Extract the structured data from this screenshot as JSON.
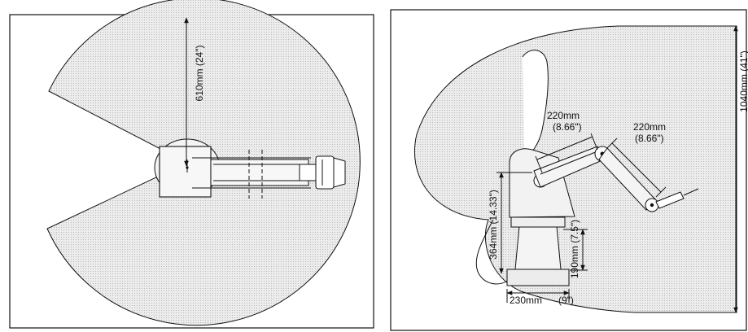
{
  "top_view": {
    "reach_label": "610mm (24\")"
  },
  "side_view": {
    "link1_mm": "220mm",
    "link1_in": "(8.66\")",
    "link2_mm": "220mm",
    "link2_in": "(8.66\")",
    "shoulder_height": "364mm (14.33\")",
    "column_height": "190mm (7.5\")",
    "base_width_mm": "230mm",
    "base_width_in": "(9\")",
    "total_height": "1040mm (41\")"
  },
  "colors": {
    "line": "#111111",
    "envelope_fill": "#ececec",
    "stipple": "#b8b8b8"
  }
}
